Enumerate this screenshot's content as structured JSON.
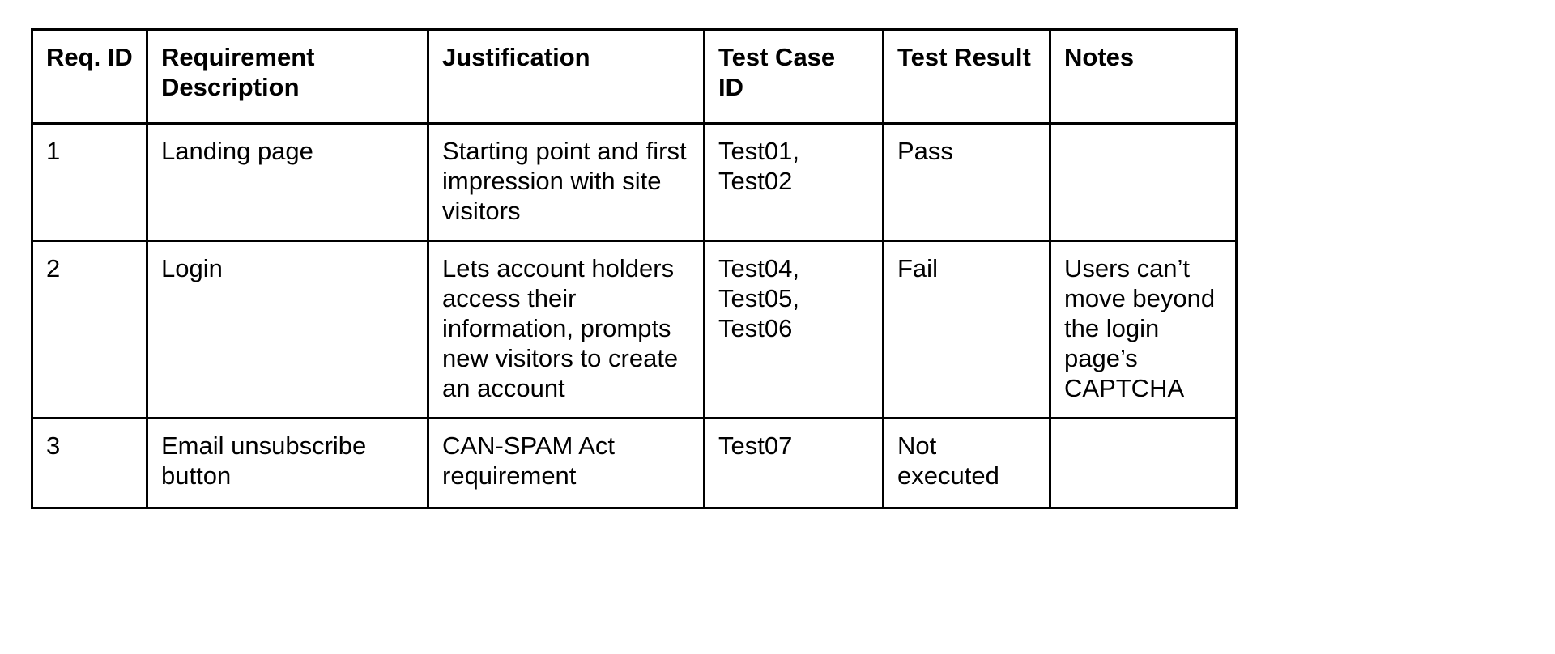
{
  "table": {
    "columns": [
      {
        "key": "req_id",
        "label": "Req. ID"
      },
      {
        "key": "desc",
        "label": "Requirement\nDescription"
      },
      {
        "key": "just",
        "label": "Justification"
      },
      {
        "key": "test_case",
        "label": "Test Case\nID"
      },
      {
        "key": "test_res",
        "label": "Test Result"
      },
      {
        "key": "notes",
        "label": "Notes"
      }
    ],
    "rows": [
      {
        "req_id": "1",
        "desc": "Landing page",
        "just": "Starting point and first impression with site visitors",
        "test_case": "Test01,\nTest02",
        "test_res": "Pass",
        "notes": ""
      },
      {
        "req_id": "2",
        "desc": "Login",
        "just": "Lets account holders access their information, prompts new visitors to create an account",
        "test_case": "Test04,\nTest05,\nTest06",
        "test_res": "Fail",
        "notes": "Users can’t move beyond the login page’s CAPTCHA"
      },
      {
        "req_id": "3",
        "desc": "Email unsubscribe button",
        "just": "CAN-SPAM Act requirement",
        "test_case": "Test07",
        "test_res": "Not executed",
        "notes": ""
      }
    ]
  },
  "colors": {
    "border": "#000000",
    "text": "#000000",
    "background": "#ffffff"
  }
}
